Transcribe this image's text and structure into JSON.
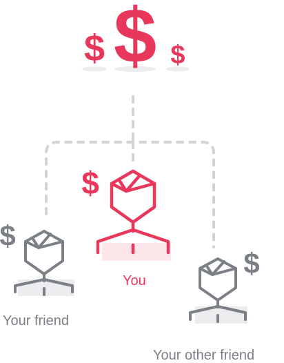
{
  "colors": {
    "accent": "#e8375a",
    "grey": "#7b7f86",
    "dashed": "#d0d3d8",
    "shadow": "#ececee",
    "pink_shadow": "#fde6ea"
  },
  "symbols": {
    "currency": "$"
  },
  "people": {
    "you": {
      "label": "You"
    },
    "friend": {
      "label": "Your friend"
    },
    "other_friend": {
      "label": "Your other friend"
    }
  }
}
